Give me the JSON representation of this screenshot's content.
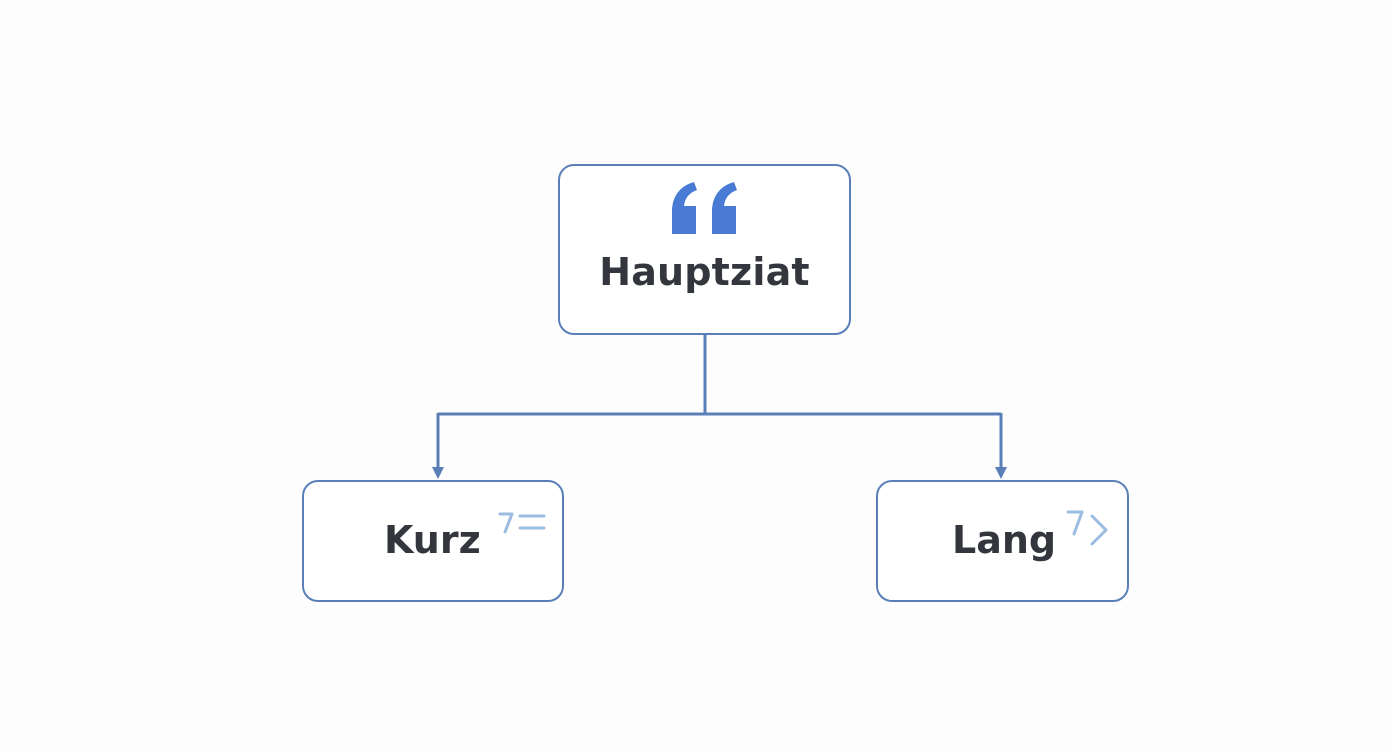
{
  "diagram": {
    "root": {
      "label": "Hauptziat",
      "icon": "quote-icon"
    },
    "children": [
      {
        "label": "Kurz",
        "icon": "short-list-icon"
      },
      {
        "label": "Lang",
        "icon": "expand-arrow-icon"
      }
    ],
    "colors": {
      "border": "#5a7fb8",
      "connector": "#5a7fb8",
      "accent": "#4a7bd4",
      "icon_light": "#9bbbe0",
      "text": "#33373d",
      "background": "#fdfdfd"
    }
  }
}
